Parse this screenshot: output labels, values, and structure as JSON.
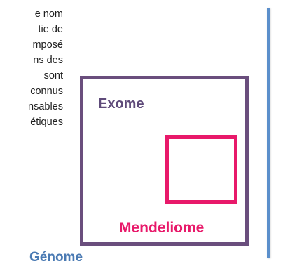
{
  "body_text": {
    "lines": [
      "e nom",
      "tie  de",
      "mposé",
      "ns  des",
      "sont",
      "connus",
      "nsables",
      "étiques"
    ]
  },
  "diagram": {
    "genome_label": "Génome",
    "exome_label": "Exome",
    "mendeliome_label": "Mendeliome"
  },
  "colors": {
    "genome": "#4a7ab3",
    "genome_line": "#5b8fcb",
    "exome": "#6a4e7d",
    "mendeliome": "#e8196a",
    "text": "#1f1f1f"
  }
}
